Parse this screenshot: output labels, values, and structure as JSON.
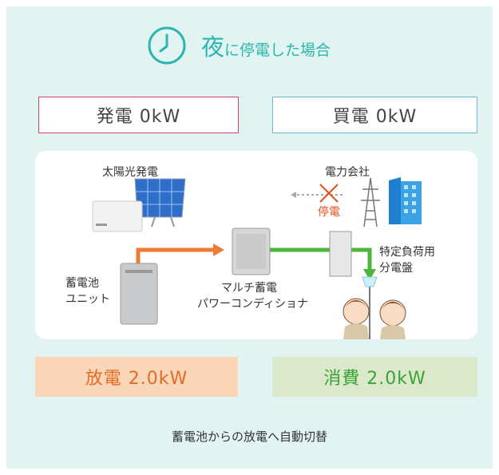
{
  "header": {
    "title_main": "夜",
    "title_sub": "に停電した場合",
    "icon": "clock-icon"
  },
  "status": {
    "generation": "発電 0kW",
    "purchase": "買電 0kW"
  },
  "diagram": {
    "solar_label": "太陽光発電",
    "utility_label": "電力会社",
    "outage_label": "停電",
    "battery_label_1": "蓄電池",
    "battery_label_2": "ユニット",
    "pcs_label_1": "マルチ蓄電",
    "pcs_label_2": "パワーコンディショナ",
    "panel_label_1": "特定負荷用",
    "panel_label_2": "分電盤"
  },
  "result": {
    "discharge": "放電 2.0kW",
    "consumption": "消費 2.0kW"
  },
  "caption": "蓄電池からの放電へ自動切替",
  "colors": {
    "background": "#e2f4f1",
    "accent": "#2bb5b0",
    "generation_border": "#d23f77",
    "purchase_border": "#6fb6df",
    "discharge": "#e36c24",
    "consumption": "#39a33b",
    "outage": "#e6501c"
  }
}
